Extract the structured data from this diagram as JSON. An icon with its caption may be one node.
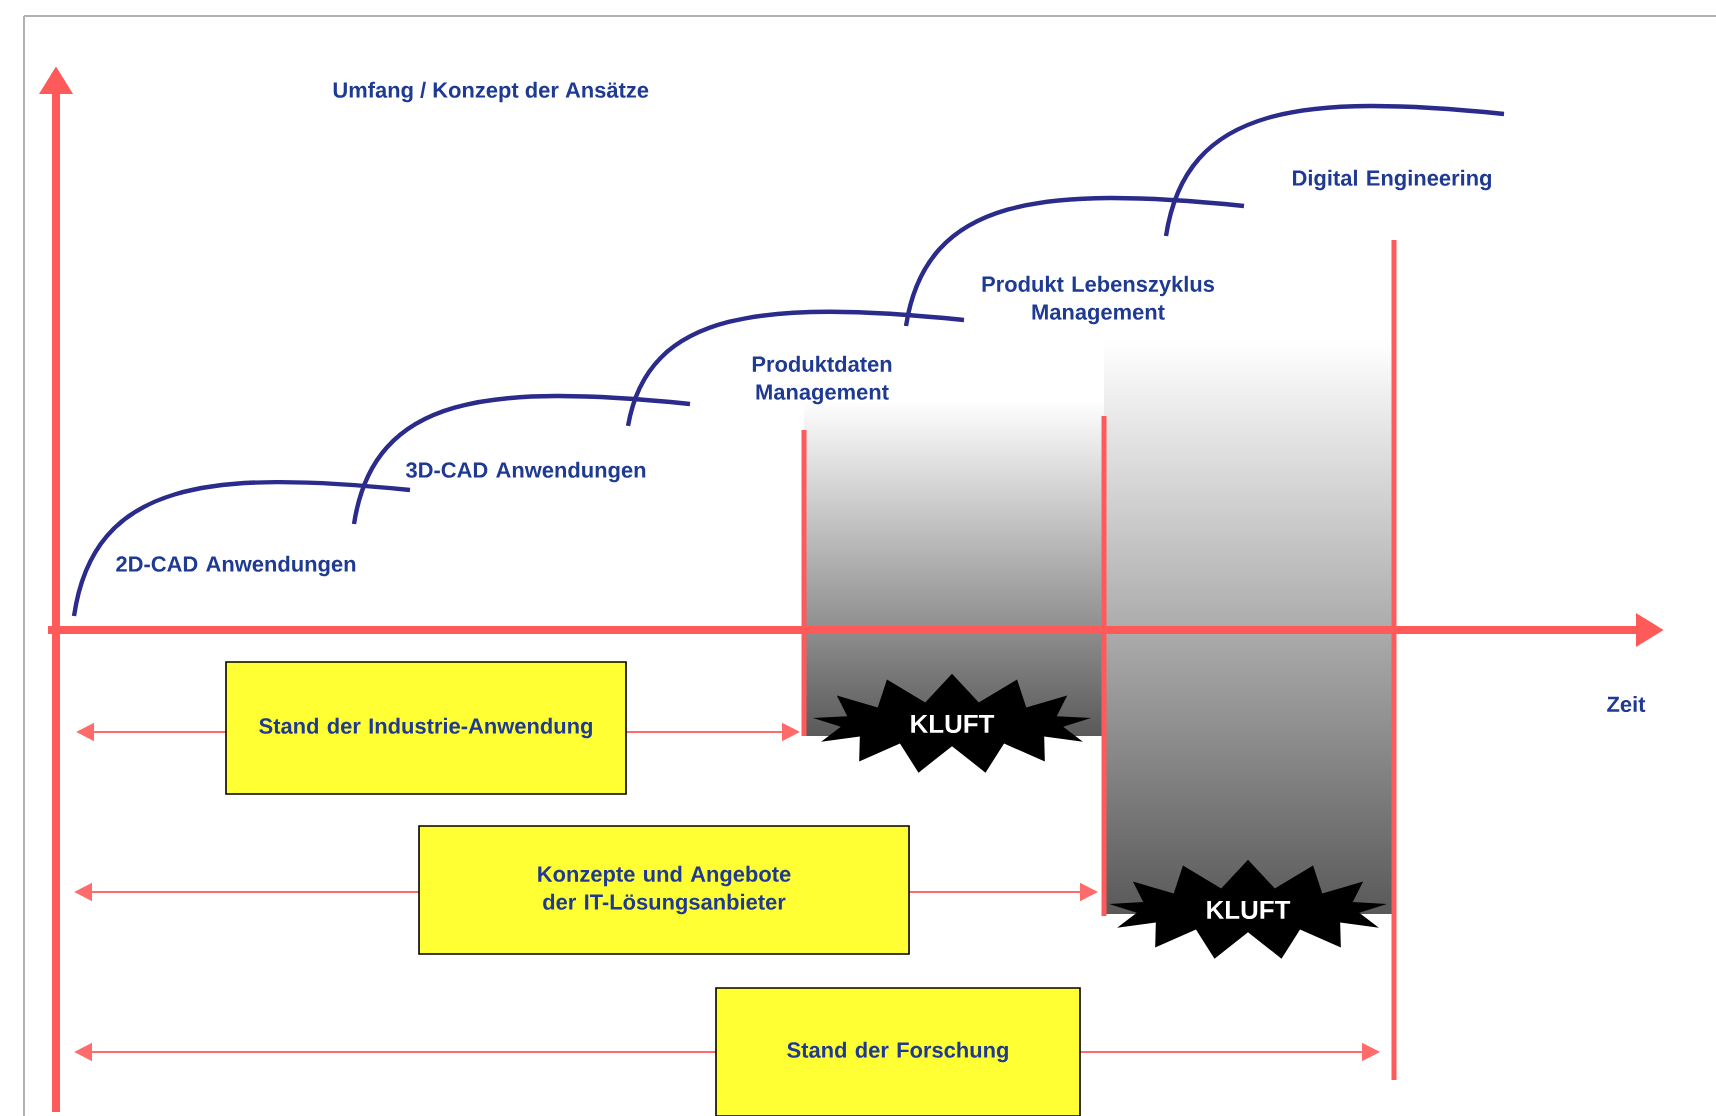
{
  "diagram": {
    "nodes": [
      {
        "text": [
          "Stand der Industrie-Anwendung"
        ]
      },
      {
        "text": [
          "KLUFT"
        ]
      },
      {
        "text": [
          "Konzepte und Angebote der IT-Lösungsanbieter"
        ]
      },
      {
        "text": [
          "KLUFT"
        ]
      },
      {
        "text": [
          "Stand der Forschung"
        ]
      }
    ],
    "labels": [
      "Umfang / Konzept der Ansätze",
      "Digital Engineering",
      "Produkt Lebenszyklus Management",
      "Produktdaten Management",
      "3D-CAD Anwendungen",
      "2D-CAD Anwendungen",
      "Zeit"
    ]
  }
}
